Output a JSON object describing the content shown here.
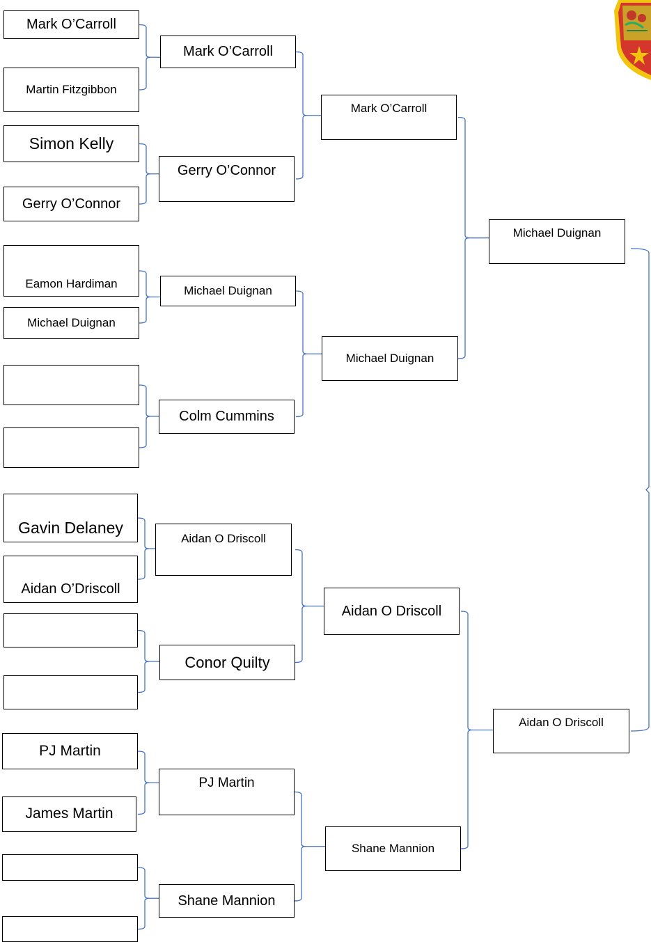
{
  "bracket": {
    "colors": {
      "box_border": "#000000",
      "bracket_line": "#4472C4"
    },
    "round1": [
      "Mark O’Carroll",
      "Martin Fitzgibbon",
      "Simon Kelly",
      "Gerry O’Connor",
      "Eamon Hardiman",
      "Michael Duignan",
      "",
      "",
      "Gavin Delaney",
      "Aidan O’Driscoll",
      "",
      "",
      "PJ Martin",
      "James Martin",
      "",
      ""
    ],
    "round2": [
      "Mark O’Carroll",
      "Gerry O’Connor",
      "Michael Duignan",
      "Colm Cummins",
      "Aidan O Driscoll",
      "Conor Quilty",
      "PJ Martin",
      "Shane Mannion"
    ],
    "round3": [
      "Mark O’Carroll",
      "Michael Duignan",
      "Aidan O Driscoll",
      "Shane Mannion"
    ],
    "round4": [
      "Michael Duignan",
      "Aidan O Driscoll"
    ],
    "crest": {
      "name": "club-crest",
      "colors": [
        "#c0392b",
        "#f1c40f",
        "#27ae60"
      ]
    }
  }
}
